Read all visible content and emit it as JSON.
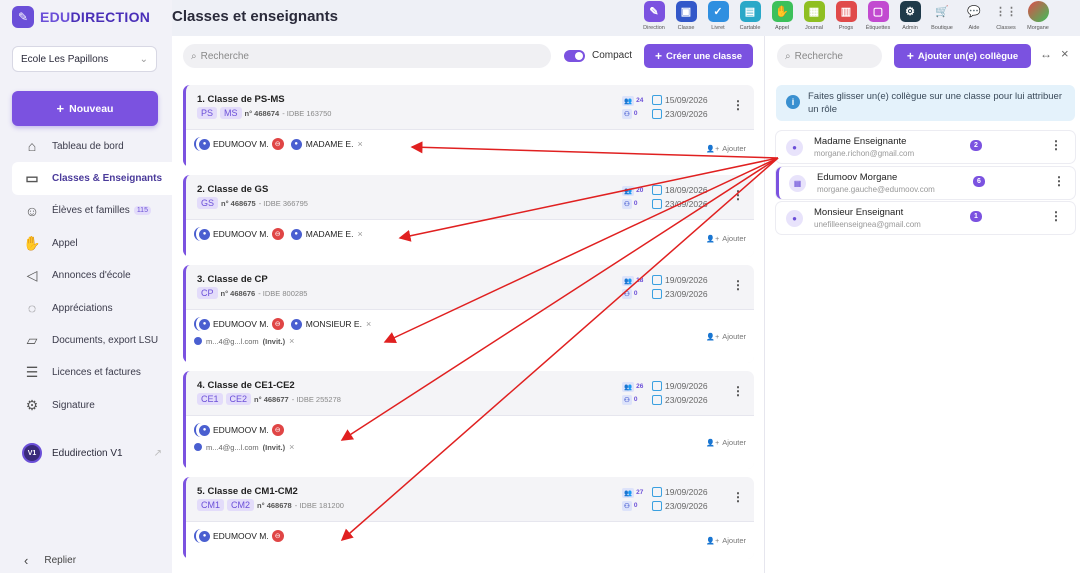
{
  "app": {
    "logo_prefix": "EDU",
    "logo_suffix": "DIRECTION",
    "page_title": "Classes et enseignants"
  },
  "sidebar": {
    "school": "Ecole Les Papillons",
    "new_button": "Nouveau",
    "items": [
      {
        "label": "Tableau de bord",
        "icon": "home-icon"
      },
      {
        "label": "Classes & Enseignants",
        "icon": "classroom-icon",
        "active": true
      },
      {
        "label": "Élèves et familles",
        "icon": "family-icon",
        "badge": "115"
      },
      {
        "label": "Appel",
        "icon": "hand-icon"
      },
      {
        "label": "Annonces d'école",
        "icon": "megaphone-icon"
      },
      {
        "label": "Appréciations",
        "icon": "comment-icon"
      },
      {
        "label": "Documents, export LSU",
        "icon": "folder-icon"
      },
      {
        "label": "Licences et factures",
        "icon": "license-icon"
      },
      {
        "label": "Signature",
        "icon": "gear-icon"
      }
    ],
    "v1": {
      "badge": "V1",
      "label": "Edudirection V1"
    },
    "collapse": "Replier"
  },
  "toolbar": [
    {
      "label": "Direction",
      "color": "#7b52e0",
      "icon": "✎"
    },
    {
      "label": "Classe",
      "color": "#3358c9",
      "icon": "▣"
    },
    {
      "label": "Livret",
      "color": "#2f8fe0",
      "icon": "✓"
    },
    {
      "label": "Cartable",
      "color": "#2aa8c8",
      "icon": "▤"
    },
    {
      "label": "Appel",
      "color": "#3cc05a",
      "icon": "✋"
    },
    {
      "label": "Journal",
      "color": "#8fbf22",
      "icon": "▦"
    },
    {
      "label": "Progs",
      "color": "#e04a4a",
      "icon": "▥"
    },
    {
      "label": "Étiquettes",
      "color": "#c24ad0",
      "icon": "▢"
    },
    {
      "label": "Admin",
      "color": "#1f3a4a",
      "icon": "⚙"
    },
    {
      "label": "Boutique",
      "color": "transparent",
      "icon": "🛒"
    },
    {
      "label": "Aide",
      "color": "transparent",
      "icon": "💬"
    },
    {
      "label": "Classes",
      "color": "transparent",
      "icon": "⋮⋮"
    },
    {
      "label": "Morgane",
      "color": "transparent",
      "icon": "●"
    }
  ],
  "main": {
    "search_placeholder": "Recherche",
    "compact_label": "Compact",
    "create_button": "Créer une classe",
    "add_label": "Ajouter"
  },
  "classes": [
    {
      "name": "1. Classe de PS-MS",
      "levels": [
        "PS",
        "MS"
      ],
      "number": "n° 468674",
      "idbe": "- IDBE 163750",
      "students": "24",
      "teachers": "0",
      "date1": "15/09/2026",
      "date2": "23/09/2026",
      "lines": [
        {
          "main": "EDUMOOV M.",
          "second": "MADAME E."
        }
      ]
    },
    {
      "name": "2. Classe de GS",
      "levels": [
        "GS"
      ],
      "number": "n° 468675",
      "idbe": "- IDBE 366795",
      "students": "20",
      "teachers": "0",
      "date1": "18/09/2026",
      "date2": "23/09/2026",
      "lines": [
        {
          "main": "EDUMOOV M.",
          "second": "MADAME E."
        }
      ]
    },
    {
      "name": "3. Classe de CP",
      "levels": [
        "CP"
      ],
      "number": "n° 468676",
      "idbe": "- IDBE 800285",
      "students": "18",
      "teachers": "0",
      "date1": "19/09/2026",
      "date2": "23/09/2026",
      "lines": [
        {
          "main": "EDUMOOV M.",
          "second": "MONSIEUR E."
        }
      ],
      "invite": {
        "email": "m...4@g...l.com",
        "tag": "(Invit.)"
      }
    },
    {
      "name": "4. Classe de CE1-CE2",
      "levels": [
        "CE1",
        "CE2"
      ],
      "number": "n° 468677",
      "idbe": "- IDBE 255278",
      "students": "26",
      "teachers": "0",
      "date1": "19/09/2026",
      "date2": "23/09/2026",
      "lines": [
        {
          "main": "EDUMOOV M."
        }
      ],
      "invite": {
        "email": "m...4@g...l.com",
        "tag": "(Invit.)"
      }
    },
    {
      "name": "5. Classe de CM1-CM2",
      "levels": [
        "CM1",
        "CM2"
      ],
      "number": "n° 468678",
      "idbe": "- IDBE 181200",
      "students": "27",
      "teachers": "0",
      "date1": "19/09/2026",
      "date2": "23/09/2026",
      "lines": [
        {
          "main": "EDUMOOV M."
        }
      ]
    }
  ],
  "right": {
    "search_placeholder": "Recherche",
    "add_button": "Ajouter un(e) collègue",
    "info": "Faites glisser un(e) collègue sur une classe pour lui attribuer un rôle",
    "colleagues": [
      {
        "name": "Madame Enseignante",
        "email": "morgane.richon@gmail.com",
        "badge": "2",
        "icon": "person-icon"
      },
      {
        "name": "Edumoov Morgane",
        "email": "morgane.gauche@edumoov.com",
        "badge": "6",
        "icon": "school-icon"
      },
      {
        "name": "Monsieur Enseignant",
        "email": "unefilleenseignea@gmail.com",
        "badge": "1",
        "icon": "person-icon"
      }
    ]
  }
}
